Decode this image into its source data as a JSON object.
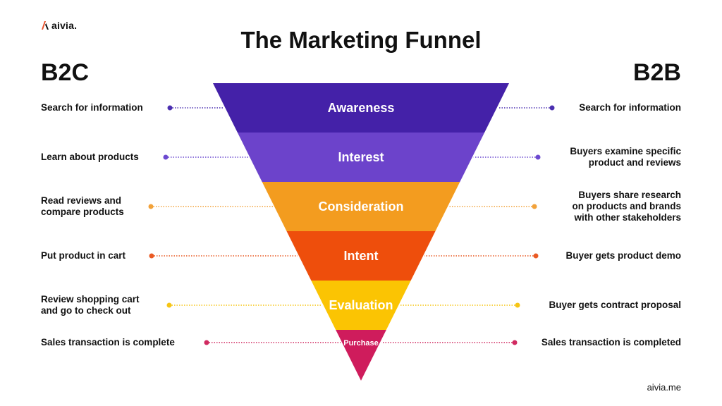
{
  "brand": {
    "name": "aivia."
  },
  "title": "The Marketing Funnel",
  "left_heading": "B2C",
  "right_heading": "B2B",
  "footer": "aivia.me",
  "stages": [
    {
      "label": "Awareness",
      "color": "#4421a8",
      "dot_color": "#4b2fb0",
      "b2c": [
        "Search for information"
      ],
      "b2b": [
        "Search for information"
      ]
    },
    {
      "label": "Interest",
      "color": "#6c43cb",
      "dot_color": "#6c4ad0",
      "b2c": [
        "Learn about products"
      ],
      "b2b": [
        "Buyers examine specific",
        "product and reviews"
      ]
    },
    {
      "label": "Consideration",
      "color": "#f39c1f",
      "dot_color": "#f2a23a",
      "b2c": [
        "Read reviews and",
        "compare products"
      ],
      "b2b": [
        "Buyers share research",
        "on products and brands",
        "with other stakeholders"
      ]
    },
    {
      "label": "Intent",
      "color": "#ee4e0c",
      "dot_color": "#ea5a24",
      "b2c": [
        "Put product in cart"
      ],
      "b2b": [
        "Buyer gets product demo"
      ]
    },
    {
      "label": "Evaluation",
      "color": "#fbc403",
      "dot_color": "#f6c515",
      "b2c": [
        "Review shopping cart",
        "and go to check out"
      ],
      "b2b": [
        "Buyer gets contract proposal"
      ]
    },
    {
      "label": "Purchase",
      "color": "#cf1c5c",
      "dot_color": "#d02a60",
      "b2c": [
        "Sales transaction is complete"
      ],
      "b2b": [
        "Sales transaction is completed"
      ]
    }
  ]
}
